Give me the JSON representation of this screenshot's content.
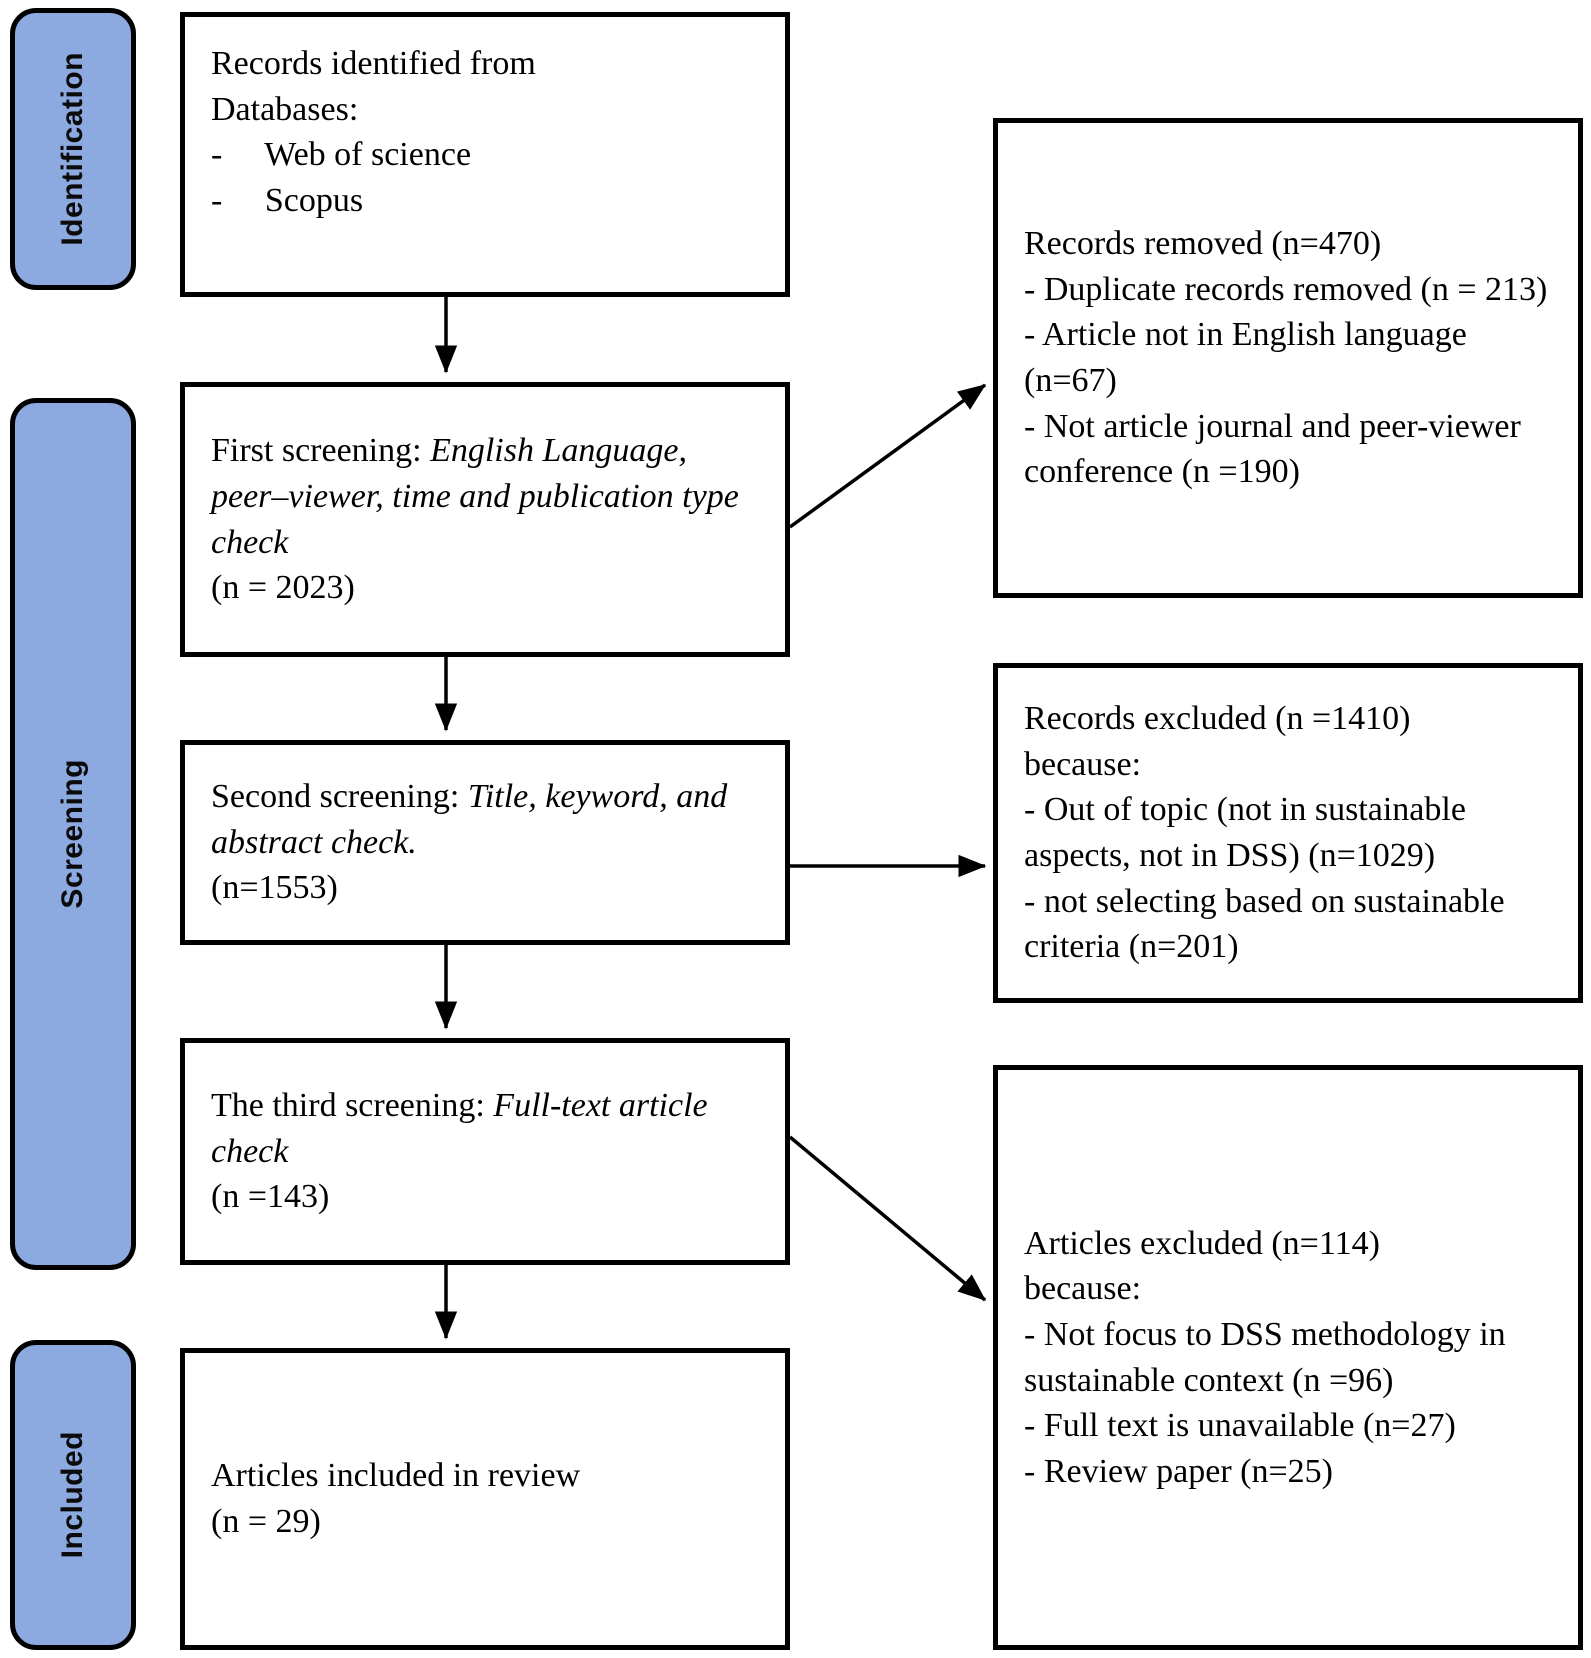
{
  "diagram": {
    "title": "PRISMA study selection flow diagram",
    "accent_color": "#8CA9E0",
    "border_color": "#000000",
    "background_color": "#FFFFFF"
  },
  "stages": [
    {
      "id": "identification",
      "label": "Identification"
    },
    {
      "id": "screening",
      "label": "Screening"
    },
    {
      "id": "included",
      "label": "Included"
    }
  ],
  "boxes": {
    "records_identified": {
      "heading": "Records identified from",
      "subheading": "Databases:",
      "items": [
        "-     Web of science",
        "-     Scopus"
      ]
    },
    "first_screening": {
      "lead": "First screening: ",
      "italic": "English Language, peer–viewer, time and publication type check",
      "count": "(n = 2023)"
    },
    "second_screening": {
      "lead": "Second screening: ",
      "italic": "Title, keyword, and abstract check.",
      "count": "(n=1553)"
    },
    "third_screening": {
      "lead": "The third screening: ",
      "italic": "Full-text article check",
      "count": "(n =143)"
    },
    "included_articles": {
      "heading": "Articles included in review",
      "count": "(n = 29)"
    },
    "records_removed": {
      "heading": "Records removed (n=470)",
      "reasons": [
        "- Duplicate records removed (n = 213)",
        "- Article not in English language (n=67)",
        "- Not article journal and peer-viewer conference  (n =190)"
      ]
    },
    "records_excluded": {
      "heading": "Records excluded (n =1410)",
      "subheading": "because:",
      "reasons": [
        "- Out of topic (not in sustainable aspects, not in DSS) (n=1029)",
        "- not selecting based on sustainable criteria (n=201)"
      ]
    },
    "articles_excluded": {
      "heading": "Articles excluded (n=114)",
      "subheading": "because:",
      "reasons": [
        "- Not focus to DSS methodology in sustainable context (n =96)",
        "- Full text is unavailable (n=27)",
        "- Review paper (n=25)"
      ]
    }
  },
  "chart_data": {
    "type": "diagram",
    "title": "PRISMA flow of study identification, screening and inclusion",
    "nodes": [
      {
        "id": "records_identified",
        "stage": "Identification",
        "label": "Records identified from Databases: Web of science, Scopus",
        "n": null
      },
      {
        "id": "first_screening",
        "stage": "Screening",
        "label": "First screening: English Language, peer-viewer, time and publication type check",
        "n": 2023
      },
      {
        "id": "second_screening",
        "stage": "Screening",
        "label": "Second screening: Title, keyword, and abstract check.",
        "n": 1553
      },
      {
        "id": "third_screening",
        "stage": "Screening",
        "label": "The third screening: Full-text article check",
        "n": 143
      },
      {
        "id": "included_articles",
        "stage": "Included",
        "label": "Articles included in review",
        "n": 29
      },
      {
        "id": "records_removed",
        "stage": "Identification",
        "label": "Records removed",
        "n": 470,
        "breakdown": [
          {
            "reason": "Duplicate records removed",
            "n": 213
          },
          {
            "reason": "Article not in English language",
            "n": 67
          },
          {
            "reason": "Not article journal and peer-viewer conference",
            "n": 190
          }
        ]
      },
      {
        "id": "records_excluded",
        "stage": "Screening",
        "label": "Records excluded",
        "n": 1410,
        "breakdown": [
          {
            "reason": "Out of topic (not in sustainable aspects, not in DSS)",
            "n": 1029
          },
          {
            "reason": "not selecting based on sustainable criteria",
            "n": 201
          }
        ]
      },
      {
        "id": "articles_excluded",
        "stage": "Screening",
        "label": "Articles excluded",
        "n": 114,
        "breakdown": [
          {
            "reason": "Not focus to DSS methodology in sustainable context",
            "n": 96
          },
          {
            "reason": "Full text is unavailable",
            "n": 27
          },
          {
            "reason": "Review paper",
            "n": 25
          }
        ]
      }
    ],
    "edges": [
      {
        "from": "records_identified",
        "to": "first_screening",
        "style": "vertical-arrow"
      },
      {
        "from": "first_screening",
        "to": "records_removed",
        "style": "diagonal-arrow"
      },
      {
        "from": "first_screening",
        "to": "second_screening",
        "style": "vertical-arrow"
      },
      {
        "from": "second_screening",
        "to": "records_excluded",
        "style": "horizontal-arrow"
      },
      {
        "from": "second_screening",
        "to": "third_screening",
        "style": "vertical-arrow"
      },
      {
        "from": "third_screening",
        "to": "articles_excluded",
        "style": "diagonal-arrow"
      },
      {
        "from": "third_screening",
        "to": "included_articles",
        "style": "vertical-arrow"
      }
    ]
  }
}
